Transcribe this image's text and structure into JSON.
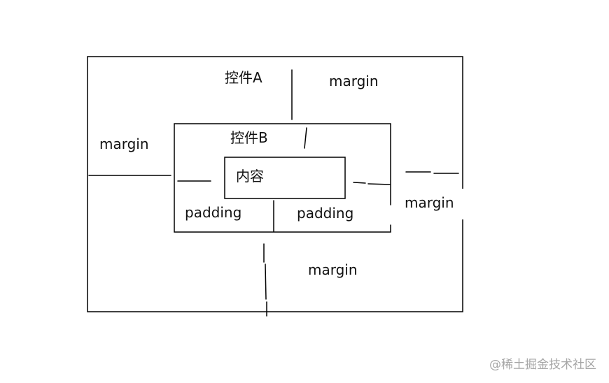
{
  "control_a": {
    "label": "控件A"
  },
  "control_b": {
    "label": "控件B"
  },
  "content": {
    "label": "内容"
  },
  "margins": {
    "top": "margin",
    "left": "margin",
    "right": "margin",
    "bottom": "margin"
  },
  "paddings": {
    "left": "padding",
    "right": "padding"
  },
  "watermark": "@稀土掘金技术社区"
}
